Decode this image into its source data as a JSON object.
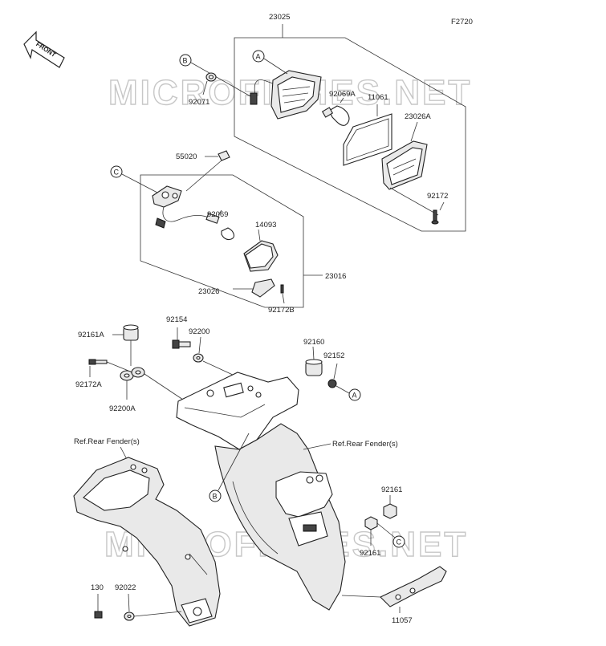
{
  "figure_code": "F2720",
  "front_arrow": {
    "text": "FRONT"
  },
  "watermarks": [
    "MICROFICHES.NET",
    "MICROFICHES.NET"
  ],
  "part_labels": {
    "p23025": "23025",
    "p92071": "92071",
    "p92069A": "92069A",
    "p11061": "11061",
    "p23026A": "23026A",
    "p92172": "92172",
    "p55020": "55020",
    "p92069": "92069",
    "p14093": "14093",
    "p23016": "23016",
    "p23026": "23026",
    "p92172B": "92172B",
    "p92161A": "92161A",
    "p92154": "92154",
    "p92200": "92200",
    "p92160": "92160",
    "p92152": "92152",
    "p92172A": "92172A",
    "p92200A": "92200A",
    "p92161_top": "92161",
    "p92161_bottom": "92161",
    "p130": "130",
    "p92022": "92022",
    "p11057": "11057"
  },
  "reference_labels": {
    "rear_fender_left": "Ref.Rear Fender(s)",
    "rear_fender_right": "Ref.Rear Fender(s)"
  },
  "callouts": {
    "a_top": "A",
    "b_top": "B",
    "c_mid": "C",
    "a_bottom": "A",
    "b_bottom": "B",
    "c_bottom": "C"
  }
}
